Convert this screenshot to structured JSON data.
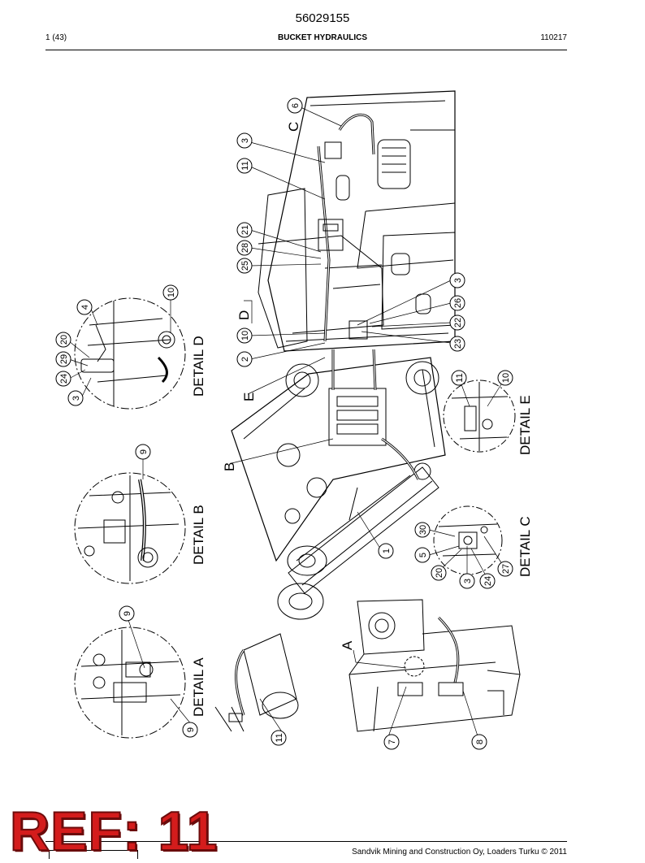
{
  "header": {
    "doc_number": "56029155",
    "page": "1 (43)",
    "title": "BUCKET HYDRAULICS",
    "date": "110217"
  },
  "footer": {
    "copyright": "Sandvik Mining and Construction Oy, Loaders Turku © 2011"
  },
  "stamp": {
    "text": "REF: 11",
    "color": "#d41c1c"
  },
  "details": {
    "a": "DETAIL  A",
    "b": "DETAIL  B",
    "c": "DETAIL  C",
    "d": "DETAIL  D",
    "e": "DETAIL  E"
  },
  "view_letters": {
    "a": "A",
    "b": "B",
    "c": "C",
    "d": "D",
    "e": "E"
  },
  "callouts": {
    "main_6": "6",
    "main_3a": "3",
    "main_11": "11",
    "main_21": "21",
    "main_28": "28",
    "main_25": "25",
    "main_3b": "3",
    "main_26": "26",
    "main_22": "22",
    "main_23": "23",
    "main_10": "10",
    "main_2": "2",
    "main_1": "1",
    "main_7": "7",
    "main_8": "8",
    "main_11b": "11",
    "d_4": "4",
    "d_10": "10",
    "d_20": "20",
    "d_29": "29",
    "d_24": "24",
    "d_3": "3",
    "b_9": "9",
    "a_9a": "9",
    "a_9b": "9",
    "e_11": "11",
    "e_10": "10",
    "c_30": "30",
    "c_5": "5",
    "c_20": "20",
    "c_3": "3",
    "c_24": "24",
    "c_27": "27"
  }
}
